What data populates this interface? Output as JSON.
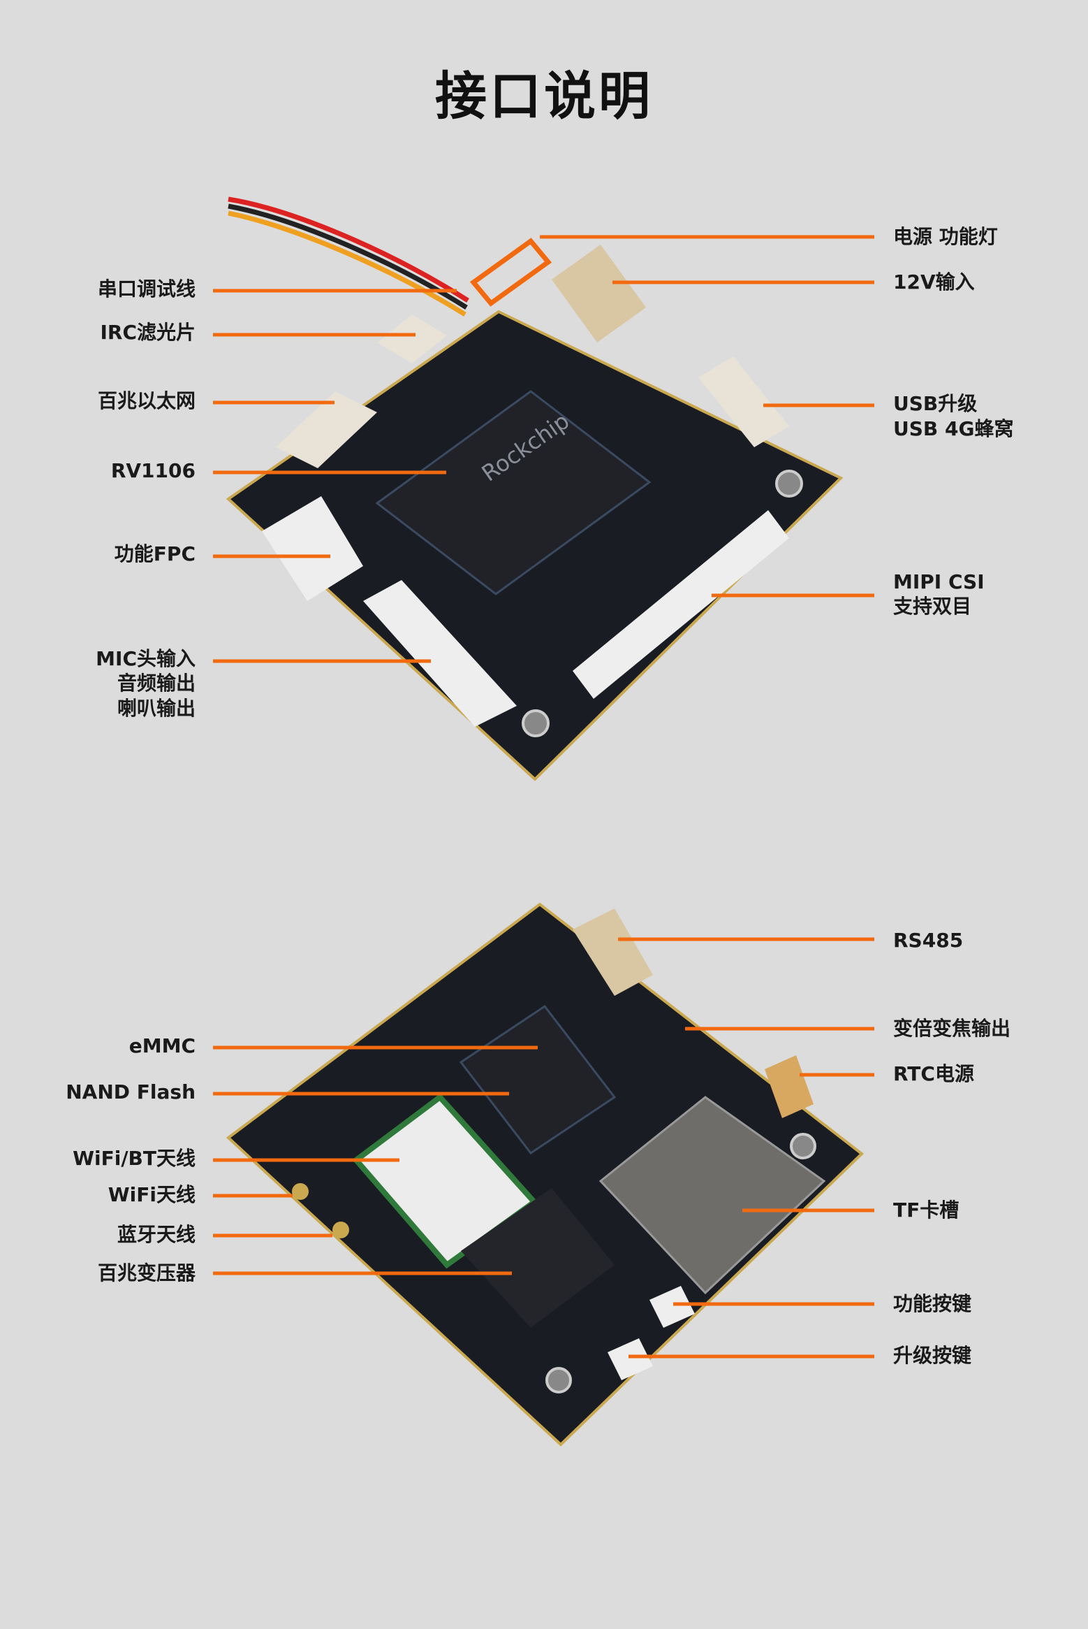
{
  "title": "接口说明",
  "accent_color": "#f26a0f",
  "top_board": {
    "left_labels": [
      "串口调试线",
      "IRC滤光片",
      "百兆以太网",
      "RV1106",
      "功能FPC",
      "MIC头输入",
      "音频输出",
      "喇叭输出"
    ],
    "right_labels": [
      "电源 功能灯",
      "12V输入",
      "USB升级",
      "USB 4G蜂窝",
      "MIPI CSI",
      "支持双目"
    ]
  },
  "bottom_board": {
    "left_labels": [
      "eMMC",
      "NAND Flash",
      "WiFi/BT天线",
      "WiFi天线",
      "蓝牙天线",
      "百兆变压器"
    ],
    "right_labels": [
      "RS485",
      "变倍变焦输出",
      "RTC电源",
      "TF卡槽",
      "功能按键",
      "升级按键"
    ]
  }
}
